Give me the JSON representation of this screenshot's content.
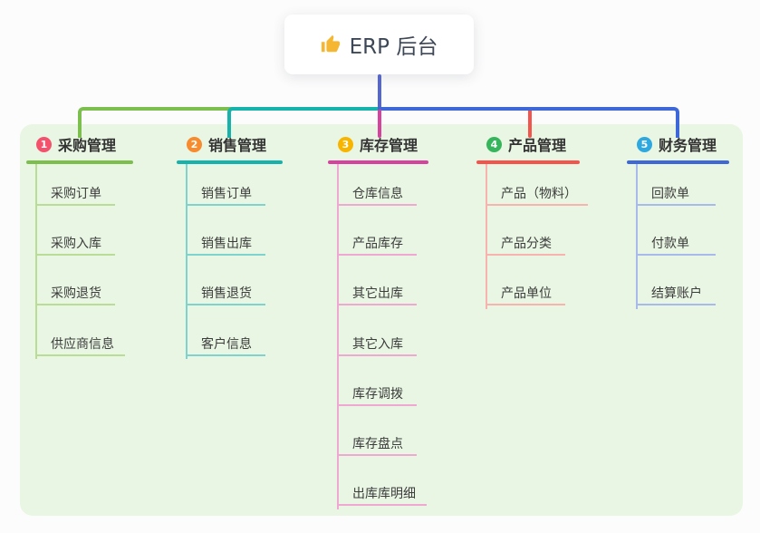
{
  "root": {
    "label": "ERP 后台",
    "icon": "thumbs-up-icon",
    "icon_color": "#f5b731",
    "stem_color": "#5566d0"
  },
  "panel": {
    "bg_color": "#e9f6e3"
  },
  "branches": [
    {
      "index": "1",
      "label": "采购管理",
      "badge_color": "#f4516c",
      "line_color": "#7cbf4f",
      "light_color": "#b9dc96",
      "children": [
        "采购订单",
        "采购入库",
        "采购退货",
        "供应商信息"
      ]
    },
    {
      "index": "2",
      "label": "销售管理",
      "badge_color": "#f78b2d",
      "line_color": "#16b3ac",
      "light_color": "#7fd3ce",
      "children": [
        "销售订单",
        "销售出库",
        "销售退货",
        "客户信息"
      ]
    },
    {
      "index": "3",
      "label": "库存管理",
      "badge_color": "#f7b500",
      "line_color": "#d6429e",
      "light_color": "#efa8d2",
      "children": [
        "仓库信息",
        "产品库存",
        "其它出库",
        "其它入库",
        "库存调拨",
        "库存盘点",
        "出库库明细"
      ]
    },
    {
      "index": "4",
      "label": "产品管理",
      "badge_color": "#36b55c",
      "line_color": "#f4544c",
      "light_color": "#f9b3ae",
      "children": [
        "产品（物料）",
        "产品分类",
        "产品单位"
      ]
    },
    {
      "index": "5",
      "label": "财务管理",
      "badge_color": "#2ea9e0",
      "line_color": "#3e68d8",
      "light_color": "#a8b9ec",
      "children": [
        "回款单",
        "付款单",
        "结算账户"
      ]
    }
  ]
}
